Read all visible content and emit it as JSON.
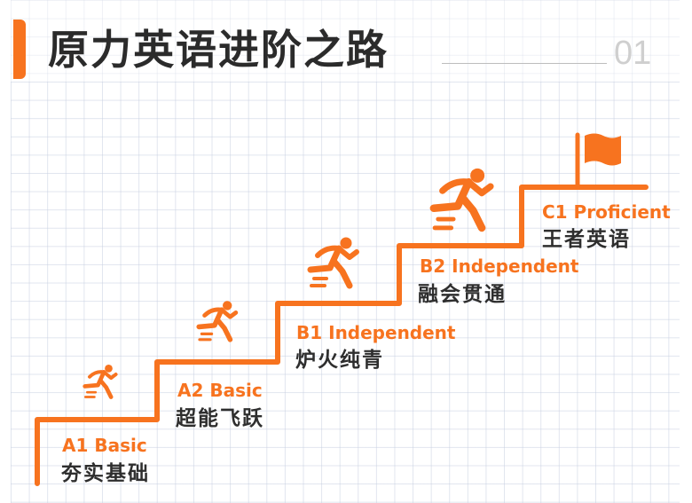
{
  "header": {
    "title": "原力英语进阶之路",
    "number": "01"
  },
  "colors": {
    "accent": "#F7731F",
    "text_dark": "#2e2e2e",
    "number_gray": "#cfcfcf",
    "grid": "#dde2ec"
  },
  "end_marker": {
    "icon": "flag-icon"
  },
  "steps": [
    {
      "level": "A1 Basic",
      "label": "夯实基础",
      "icon": "runner-icon"
    },
    {
      "level": "A2 Basic",
      "label": "超能飞跃",
      "icon": "runner-icon"
    },
    {
      "level": "B1 Independent",
      "label": "炉火纯青",
      "icon": "runner-icon"
    },
    {
      "level": "B2 Independent",
      "label": "融会贯通",
      "icon": "runner-icon"
    },
    {
      "level": "C1 Proficient",
      "label": "王者英语",
      "icon": "flag-icon"
    }
  ]
}
